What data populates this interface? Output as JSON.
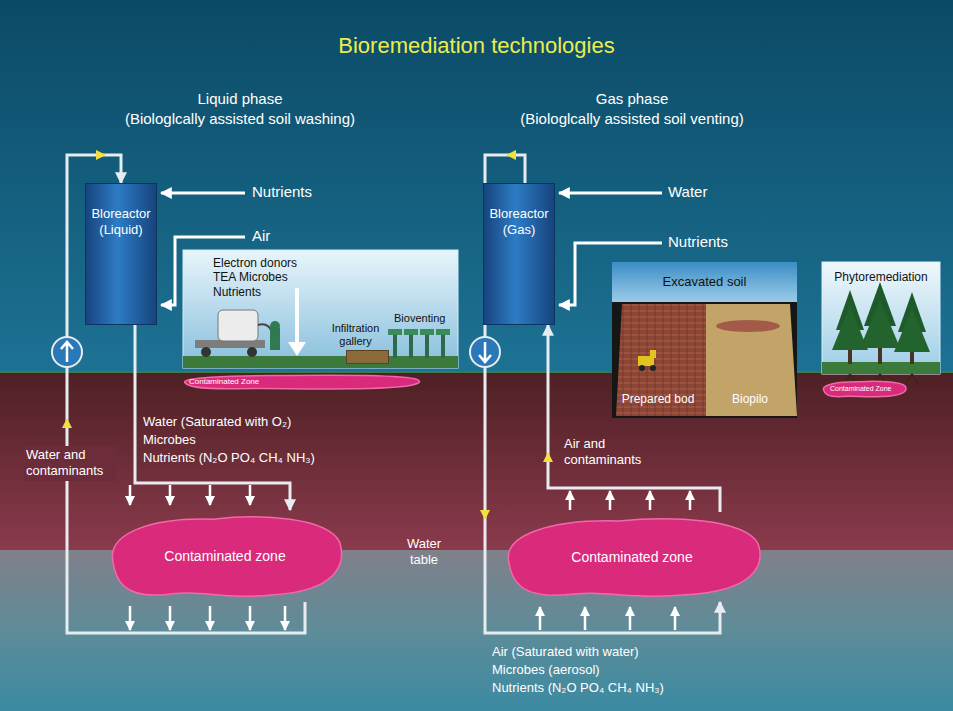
{
  "diagram": {
    "title": "Bioremediation technologies",
    "nodes": [
      {
        "text": [
          "Bloreactor (Liquid)"
        ]
      },
      {
        "text": [
          "Electron donors TEA Microbes Nutrients"
        ]
      },
      {
        "text": [
          "Infiltration gallery"
        ],
        "in": 1
      },
      {
        "text": [
          "Contaminated Zone"
        ]
      },
      {
        "text": [
          "Contaminated zone"
        ]
      },
      {
        "text": [
          "Bloreactor (Gas)"
        ]
      },
      {
        "text": [
          "Excavated soil"
        ]
      },
      {
        "text": [
          "Prepared bod"
        ],
        "in": 6
      },
      {
        "text": [
          "Biopilo"
        ],
        "in": 6
      },
      {
        "text": [
          "Phytoremediation"
        ]
      },
      {
        "text": [
          "Contaminated Zone"
        ]
      },
      {
        "text": [
          "Contaminated zone"
        ]
      }
    ],
    "edges": [
      {
        "from": 0,
        "to": 4,
        "arrow": "to"
      },
      {
        "from": 4,
        "to": 0,
        "arrow": "to"
      },
      {
        "from": 5,
        "to": 11,
        "arrow": "to"
      },
      {
        "from": 11,
        "to": 5,
        "arrow": "to"
      }
    ],
    "labels": [
      "Liquid phase",
      "(Biologlcally assisted soil washing)",
      "Gas phase",
      "(Biologlcally assisted soil venting)",
      "Nutrients",
      "Air",
      "Water",
      "Nutrients",
      "Bioventing",
      "Water (Saturated with O₂)",
      "Microbes",
      "Nutrients (N₂O PO₄ CH₄ NH₃)",
      "Water and contaminants",
      "Water table",
      "Air and contaminants",
      "Air (Saturated with water)",
      "Microbes (aerosol)",
      "Nutrients (N₂O PO₄ CH₄ NH₃)"
    ]
  }
}
